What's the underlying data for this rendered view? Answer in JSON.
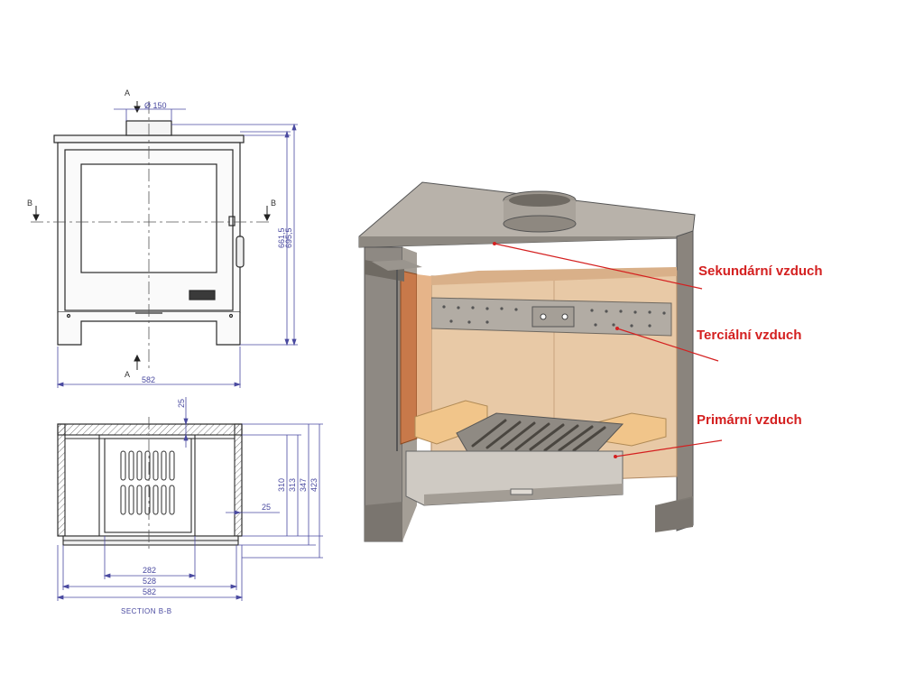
{
  "front_view": {
    "section_mark_a_top": "A",
    "section_mark_a_bottom": "A",
    "section_mark_b_left": "B",
    "section_mark_b_right": "B",
    "flue_diameter": "Ø 150",
    "height_inner": "661,5",
    "height_overall": "695,5",
    "width": "582"
  },
  "section_view": {
    "title": "SECTION B-B",
    "top_wall": "25",
    "side_wall": "25",
    "depth_1": "310",
    "depth_2": "313",
    "depth_3": "347",
    "depth_4": "423",
    "width_inner": "282",
    "width_mid": "528",
    "width_overall": "582"
  },
  "callouts": {
    "secondary": "Sekundární vzduch",
    "tertiary": "Terciální vzduch",
    "primary": "Primární vzduch"
  },
  "colors": {
    "dimension": "#4a4aa0",
    "callout": "#d42020",
    "steel": "#8e8a84",
    "firebrick": "#e8c9a6"
  }
}
